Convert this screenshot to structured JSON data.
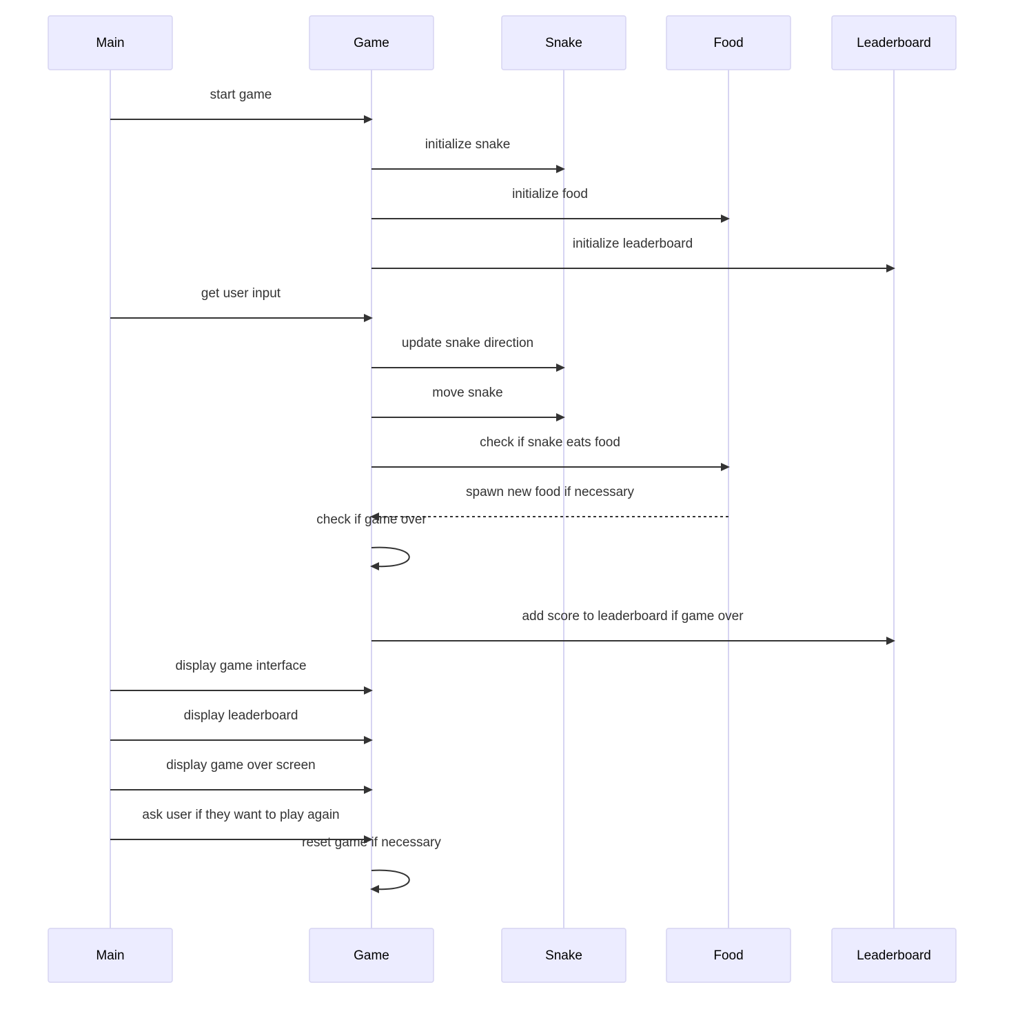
{
  "diagram": {
    "type": "sequence",
    "participants": [
      "Main",
      "Game",
      "Snake",
      "Food",
      "Leaderboard"
    ],
    "messages": [
      {
        "from": "Main",
        "to": "Game",
        "label": "start game",
        "style": "solid"
      },
      {
        "from": "Game",
        "to": "Snake",
        "label": "initialize snake",
        "style": "solid"
      },
      {
        "from": "Game",
        "to": "Food",
        "label": "initialize food",
        "style": "solid"
      },
      {
        "from": "Game",
        "to": "Leaderboard",
        "label": "initialize leaderboard",
        "style": "solid"
      },
      {
        "from": "Main",
        "to": "Game",
        "label": "get user input",
        "style": "solid"
      },
      {
        "from": "Game",
        "to": "Snake",
        "label": "update snake direction",
        "style": "solid"
      },
      {
        "from": "Game",
        "to": "Snake",
        "label": "move snake",
        "style": "solid"
      },
      {
        "from": "Game",
        "to": "Food",
        "label": "check if snake eats food",
        "style": "solid"
      },
      {
        "from": "Food",
        "to": "Game",
        "label": "spawn new food if necessary",
        "style": "dashed"
      },
      {
        "from": "Game",
        "to": "Game",
        "label": "check if game over",
        "style": "solid"
      },
      {
        "from": "Game",
        "to": "Leaderboard",
        "label": "add score to leaderboard if game over",
        "style": "solid"
      },
      {
        "from": "Main",
        "to": "Game",
        "label": "display game interface",
        "style": "solid"
      },
      {
        "from": "Main",
        "to": "Game",
        "label": "display leaderboard",
        "style": "solid"
      },
      {
        "from": "Main",
        "to": "Game",
        "label": "display game over screen",
        "style": "solid"
      },
      {
        "from": "Main",
        "to": "Game",
        "label": "ask user if they want to play again",
        "style": "solid"
      },
      {
        "from": "Game",
        "to": "Game",
        "label": "reset game if necessary",
        "style": "solid"
      }
    ]
  },
  "colors": {
    "actor_fill": "#ECECFF",
    "actor_border": "#D6D4F2",
    "lifeline": "#D6D4F2",
    "message": "#333333",
    "background": "#FFFFFF"
  }
}
